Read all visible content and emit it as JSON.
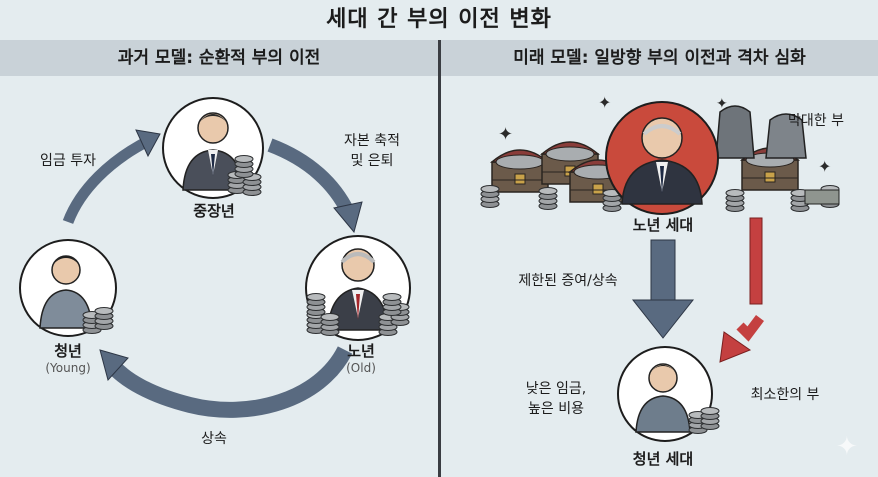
{
  "title": "세대 간 부의 이전 변화",
  "left": {
    "header": "과거 모델: 순환적 부의 이전",
    "nodes": {
      "middle": "중장년",
      "young": "청년",
      "young_en": "(Young)",
      "old": "노년",
      "old_en": "(Old)"
    },
    "arrows": {
      "invest": "임금 투자",
      "accum_line1": "자본 축적",
      "accum_line2": "및 은퇴",
      "inherit": "상속"
    }
  },
  "right": {
    "header": "미래 모델: 일방향 부의 이전과 격차 심화",
    "old_label": "노년 세대",
    "young_label": "청년 세대",
    "massive": "막대한 부",
    "limited": "제한된 증여/상속",
    "low_wage_line1": "낮은 임금,",
    "low_wage_line2": "높은 비용",
    "minimal": "최소한의 부"
  },
  "colors": {
    "background": "#e4ecef",
    "header_band": "#c9d2d8",
    "arrow_gray": "#596a80",
    "arrow_red": "#c44040",
    "old_circle_fill": "#c94a3c"
  }
}
